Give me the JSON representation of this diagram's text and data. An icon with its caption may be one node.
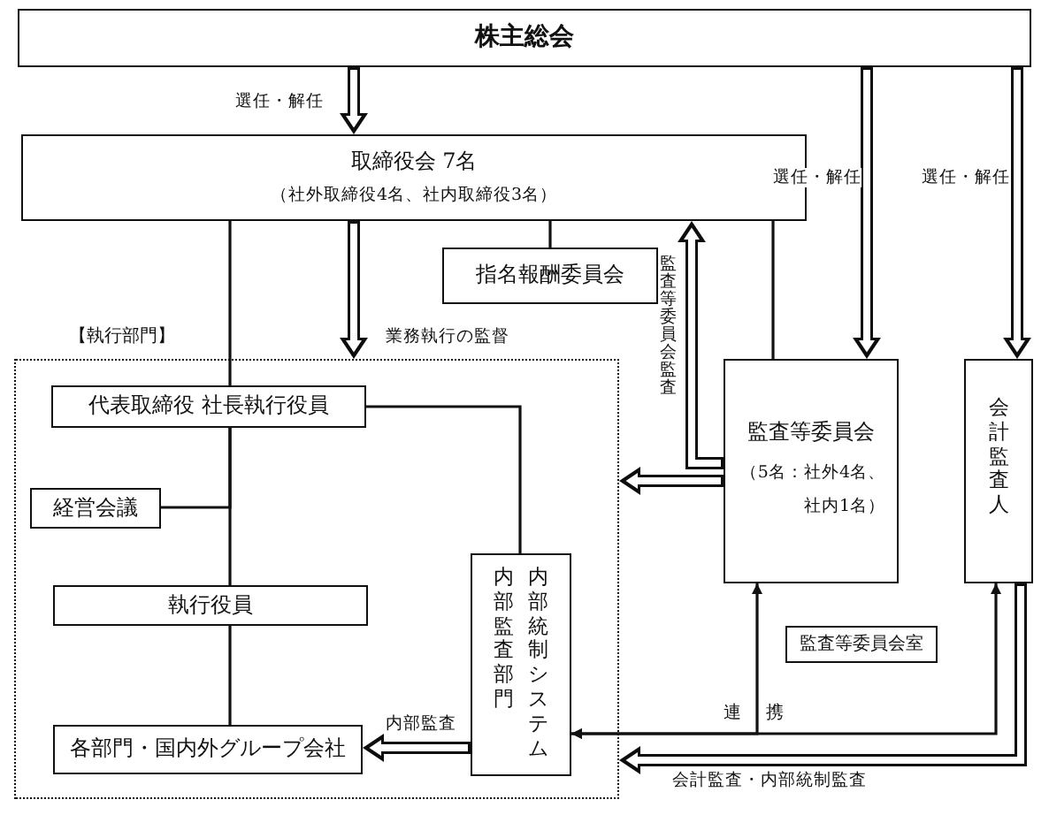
{
  "diagram": {
    "nodes": [
      {
        "text": [
          "株主総会"
        ]
      },
      {
        "text": [
          "取締役会 7名",
          "（社外取締役4名、社内取締役3名）"
        ]
      },
      {
        "text": [
          "指名報酬委員会"
        ]
      },
      {
        "text": [
          "【執行部門】"
        ]
      },
      {
        "text": [
          "代表取締役 社長執行役員"
        ],
        "in": 3
      },
      {
        "text": [
          "経営会議"
        ],
        "in": 3
      },
      {
        "text": [
          "執行役員"
        ],
        "in": 3
      },
      {
        "text": [
          "各部門・国内外グループ会社"
        ],
        "in": 3
      },
      {
        "text": [
          "内部監査部門",
          "内部統制システム"
        ],
        "in": 3
      },
      {
        "text": [
          "監査等委員会",
          "（5名：社外4名、社内1名）"
        ]
      },
      {
        "text": [
          "監査等委員会室"
        ]
      },
      {
        "text": [
          "会計監査人"
        ]
      }
    ],
    "edges": [
      {
        "from": 0,
        "to": 1,
        "arrow": "to",
        "style": "thick",
        "label": "選任・解任"
      },
      {
        "from": 0,
        "to": 9,
        "arrow": "to",
        "style": "thick",
        "label": "選任・解任"
      },
      {
        "from": 0,
        "to": 11,
        "arrow": "to",
        "style": "thick",
        "label": "選任・解任"
      },
      {
        "from": 1,
        "to": 3,
        "arrow": "to",
        "style": "thick",
        "label": "業務執行の監督"
      },
      {
        "from": 1,
        "to": 2,
        "arrow": "none"
      },
      {
        "from": 1,
        "to": 4,
        "arrow": "none"
      },
      {
        "from": 1,
        "to": 9,
        "arrow": "none"
      },
      {
        "from": 9,
        "to": 1,
        "arrow": "to",
        "style": "thick",
        "label": "監査等委員会監査"
      },
      {
        "from": 9,
        "to": 3,
        "arrow": "to",
        "style": "thick"
      },
      {
        "from": 4,
        "to": 8,
        "arrow": "none"
      },
      {
        "from": 4,
        "to": 6,
        "arrow": "none"
      },
      {
        "from": 5,
        "to": 4,
        "arrow": "none"
      },
      {
        "from": 6,
        "to": 7,
        "arrow": "none"
      },
      {
        "from": 8,
        "to": 7,
        "arrow": "to",
        "style": "thick",
        "label": "内部監査"
      },
      {
        "from": 8,
        "to": 9,
        "arrow": "both",
        "label": "連携"
      },
      {
        "from": 8,
        "to": 11,
        "arrow": "both"
      },
      {
        "from": 11,
        "to": 3,
        "arrow": "to",
        "style": "thick",
        "label": "会計監査・内部統制監査"
      }
    ]
  }
}
